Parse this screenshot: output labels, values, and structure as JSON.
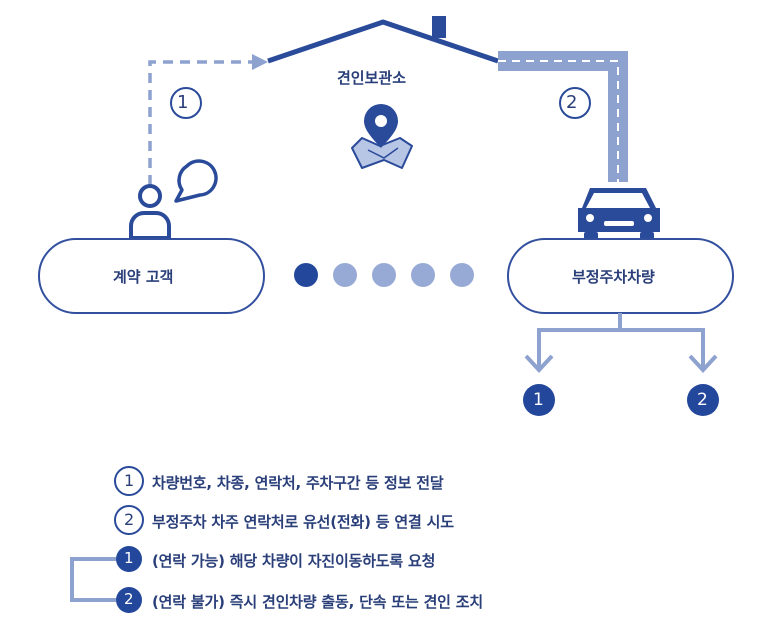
{
  "diagram": {
    "shelter_label": "견인보관소",
    "customer_label": "계약 고객",
    "vehicle_label": "부정주차차량",
    "path1_marker": "①",
    "path2_marker": "②",
    "branch1_number": "1",
    "branch2_number": "2",
    "colors": {
      "primary": "#2a4a9a",
      "light": "#8da2cf",
      "dark_dot": "#23479a",
      "light_dot": "#97aad6",
      "stroke": "#33509f"
    }
  },
  "steps": [
    {
      "marker": "①",
      "text": "차량번호, 차종, 연락처, 주차구간 등 정보 전달",
      "filled": false
    },
    {
      "marker": "②",
      "text": "부정주차 차주 연락처로 유선(전화) 등 연결 시도",
      "filled": false
    },
    {
      "marker": "1",
      "text": "(연락 가능) 해당 차량이 자진이동하도록 요청",
      "filled": true
    },
    {
      "marker": "2",
      "text": "(연락 불가) 즉시 견인차량 출동, 단속 또는 견인 조치",
      "filled": true
    }
  ]
}
